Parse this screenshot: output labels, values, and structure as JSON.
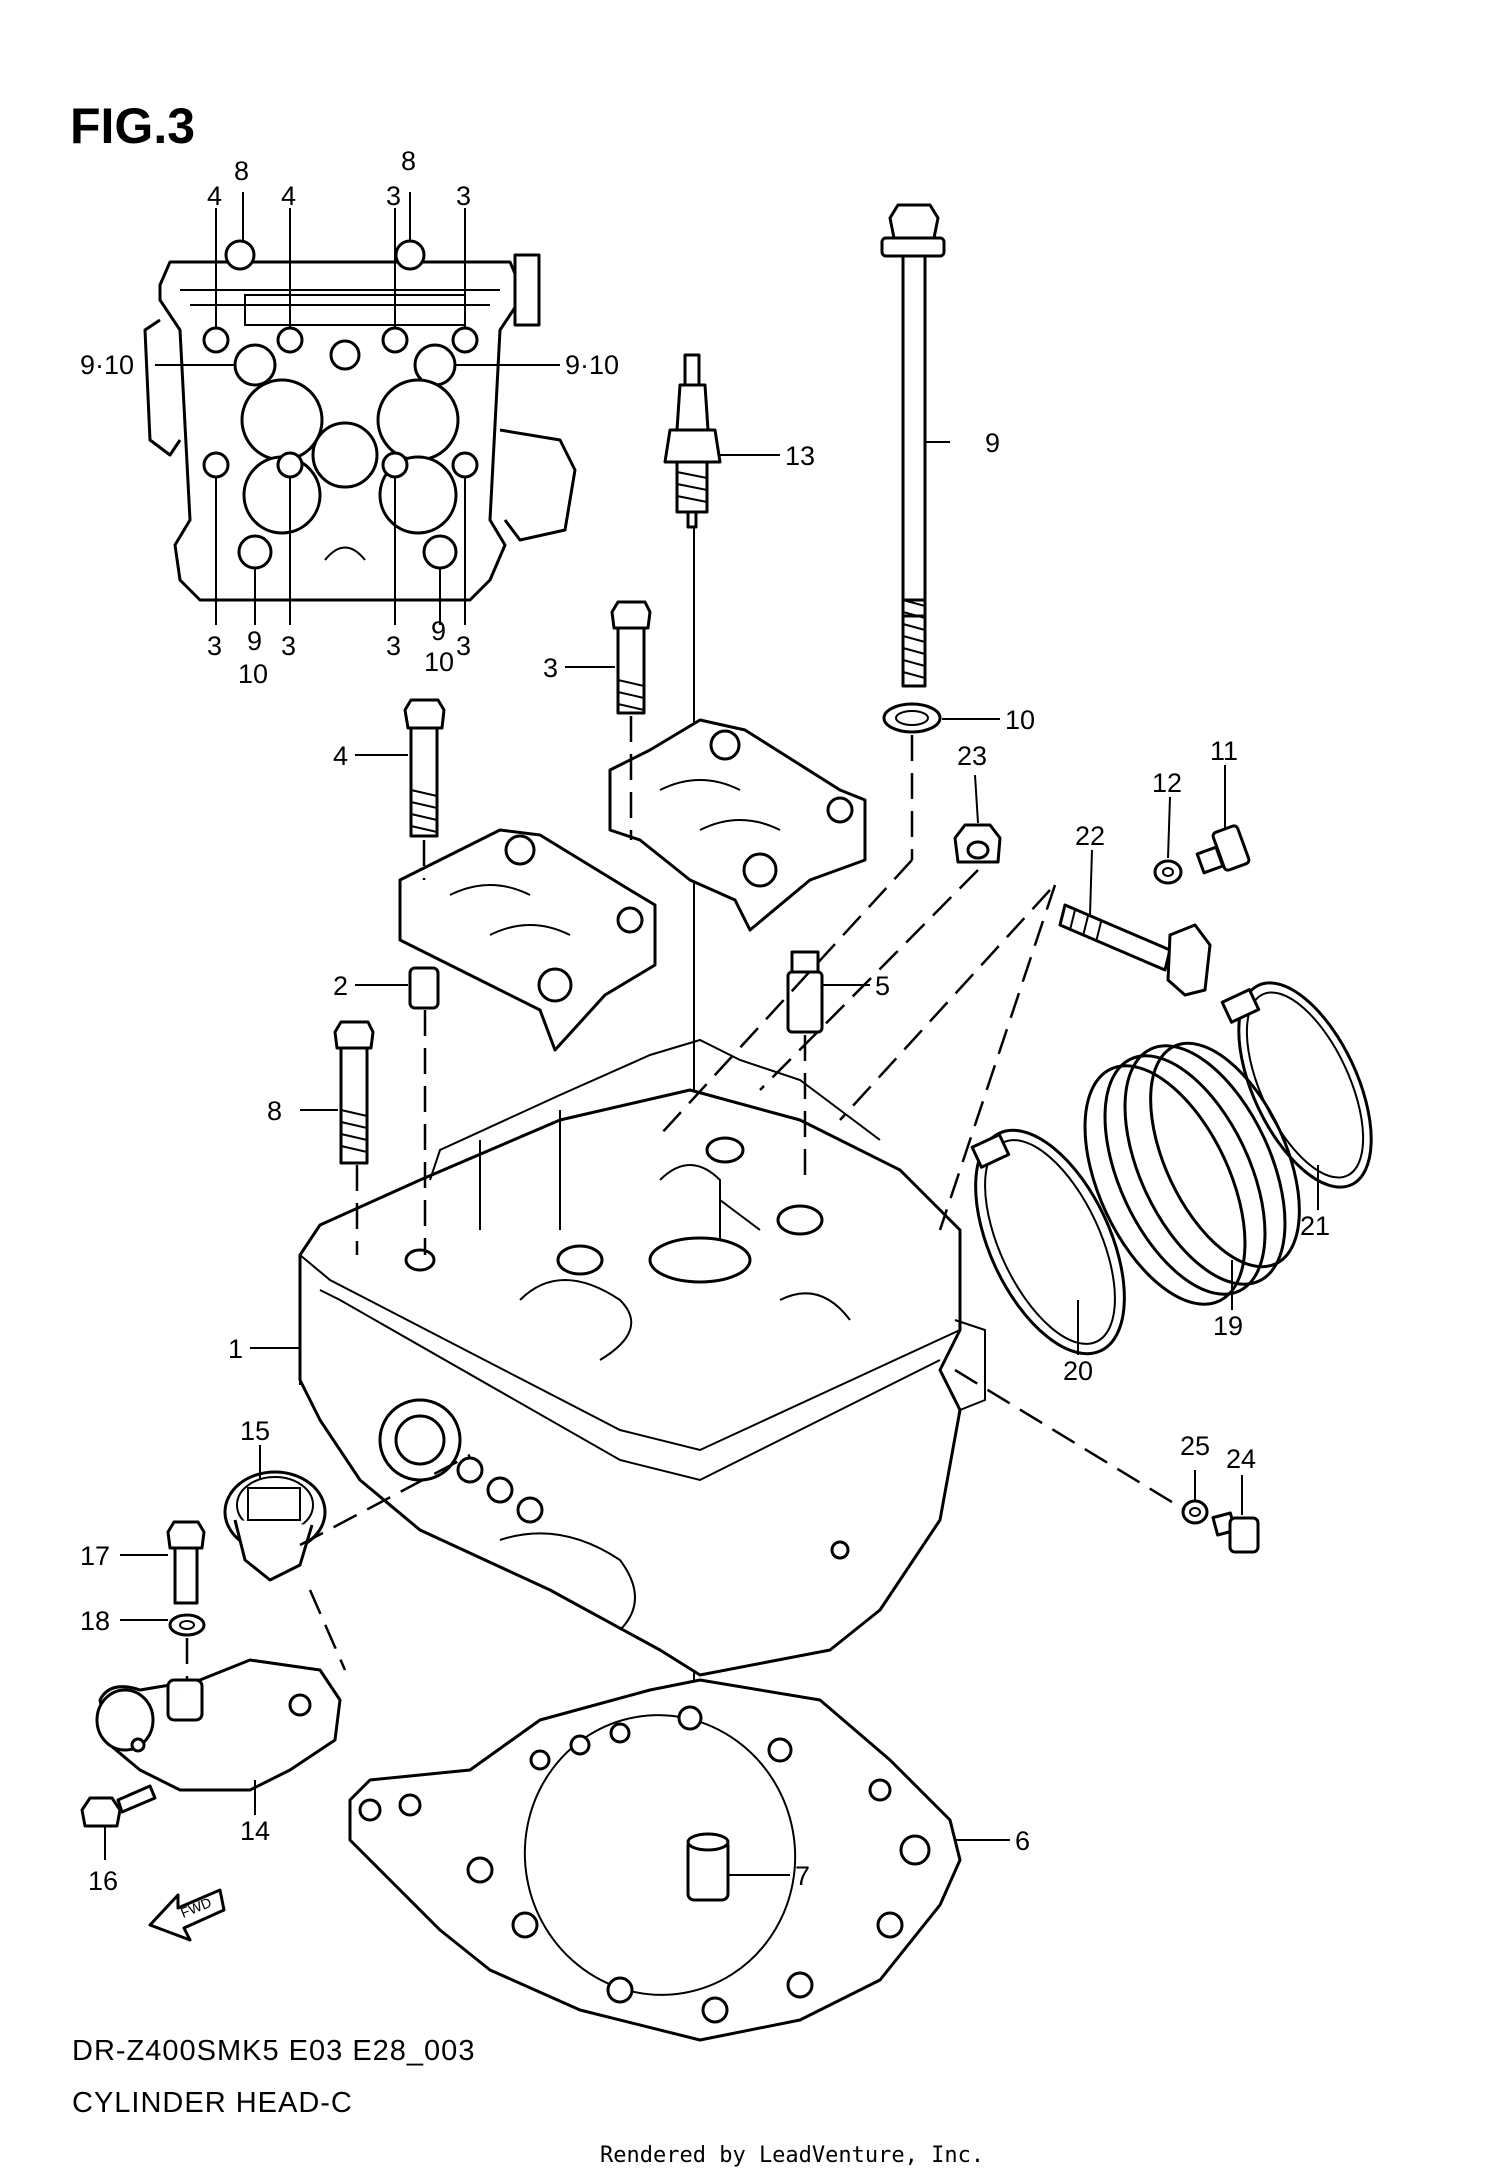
{
  "figure": {
    "title": "FIG.3",
    "model_code": "DR-Z400SMK5 E03 E28_003",
    "section_name": "CYLINDER HEAD-C",
    "credit": "Rendered by LeadVenture, Inc.",
    "fwd_label": "FWD"
  },
  "top_view_labels": [
    "8",
    "8",
    "4",
    "4",
    "3",
    "3",
    "9·10",
    "9·10",
    "3",
    "9",
    "10",
    "3",
    "3",
    "9",
    "10",
    "3"
  ],
  "callouts": {
    "p1": "1",
    "p2": "2",
    "p3": "3",
    "p4": "4",
    "p5": "5",
    "p6": "6",
    "p7": "7",
    "p8": "8",
    "p9": "9",
    "p10": "10",
    "p11": "11",
    "p12": "12",
    "p13": "13",
    "p14": "14",
    "p15": "15",
    "p16": "16",
    "p17": "17",
    "p18": "18",
    "p19": "19",
    "p20": "20",
    "p21": "21",
    "p22": "22",
    "p23": "23",
    "p24": "24",
    "p25": "25"
  }
}
